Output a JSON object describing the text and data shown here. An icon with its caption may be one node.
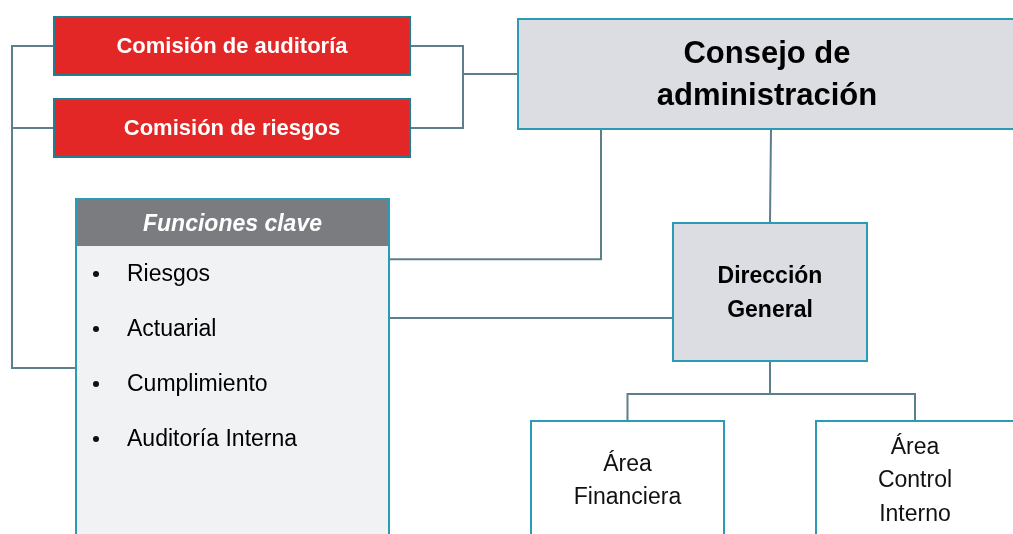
{
  "diagram": {
    "nodes": [
      {
        "text": [
          "Comisión de auditoría"
        ]
      },
      {
        "text": [
          "Comisión de riesgos"
        ]
      },
      {
        "text": [
          "Consejo de administración"
        ]
      },
      {
        "text": [
          "Funciones clave",
          "Riesgos",
          "Actuarial",
          "Cumplimiento",
          "Auditoría Interna"
        ]
      },
      {
        "text": [
          "Dirección General"
        ]
      },
      {
        "text": [
          "Área Financiera"
        ]
      },
      {
        "text": [
          "Área Control Interno"
        ]
      }
    ],
    "edges": [
      {
        "from": 0,
        "to": 2,
        "arrow": "none"
      },
      {
        "from": 1,
        "to": 2,
        "arrow": "none"
      },
      {
        "from": 0,
        "to": 3,
        "arrow": "none"
      },
      {
        "from": 1,
        "to": 3,
        "arrow": "none"
      },
      {
        "from": 2,
        "to": 3,
        "arrow": "none"
      },
      {
        "from": 2,
        "to": 4,
        "arrow": "none"
      },
      {
        "from": 3,
        "to": 4,
        "arrow": "none"
      },
      {
        "from": 4,
        "to": 5,
        "arrow": "none"
      },
      {
        "from": 4,
        "to": 6,
        "arrow": "none"
      }
    ]
  }
}
